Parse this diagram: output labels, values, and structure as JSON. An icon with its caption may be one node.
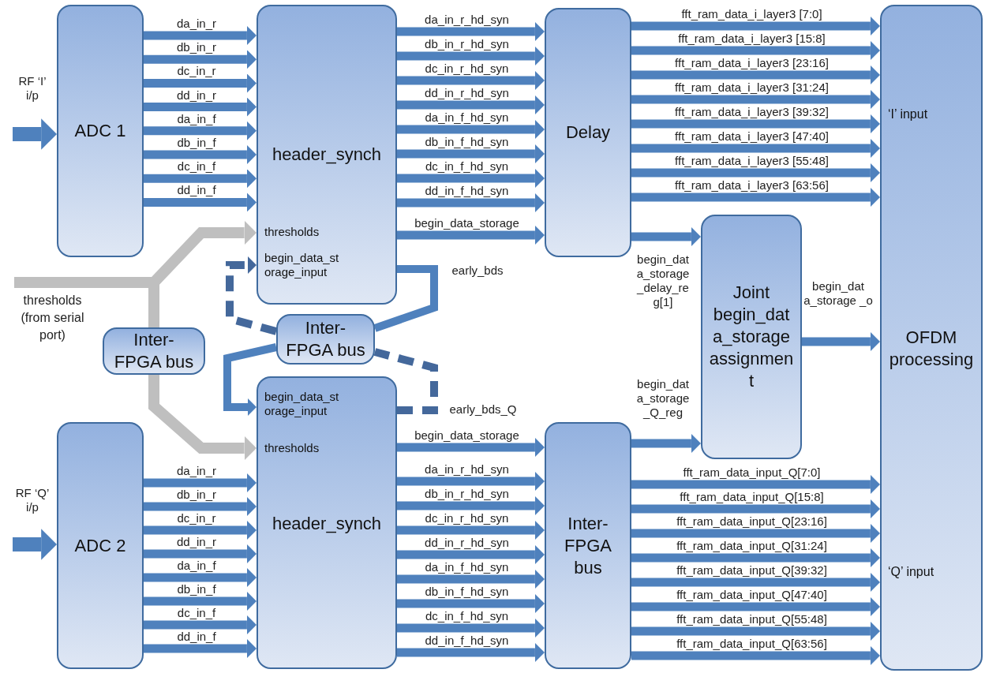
{
  "diagram": {
    "nodes": [
      {
        "text": [
          "ADC 1"
        ]
      },
      {
        "text": [
          "header_synch",
          "thresholds",
          "begin_data_st orage_input"
        ]
      },
      {
        "text": [
          "Delay"
        ]
      },
      {
        "text": [
          "Joint begin_dat a_storage assignmen t"
        ]
      },
      {
        "text": [
          "‘I’ input",
          "OFDM processing",
          "‘Q’ input"
        ]
      },
      {
        "text": [
          "Inter-FPGA bus"
        ]
      },
      {
        "text": [
          "Inter-FPGA bus"
        ]
      },
      {
        "text": [
          "begin_data_st orage_input",
          "thresholds",
          "header_synch"
        ]
      },
      {
        "text": [
          "ADC 2"
        ]
      },
      {
        "text": [
          "Inter-FPGA bus"
        ]
      },
      {
        "text": [
          "thresholds (from serial port)"
        ]
      }
    ],
    "edges": [
      {
        "from": null,
        "to": 0,
        "arrow": "to",
        "label": "RF ‘I’ i/p"
      },
      {
        "from": 0,
        "to": 1,
        "arrow": "to",
        "label": "da_in_r"
      },
      {
        "from": 0,
        "to": 1,
        "arrow": "to",
        "label": "db_in_r"
      },
      {
        "from": 0,
        "to": 1,
        "arrow": "to",
        "label": "dc_in_r"
      },
      {
        "from": 0,
        "to": 1,
        "arrow": "to",
        "label": "dd_in_r"
      },
      {
        "from": 0,
        "to": 1,
        "arrow": "to",
        "label": "da_in_f"
      },
      {
        "from": 0,
        "to": 1,
        "arrow": "to",
        "label": "db_in_f"
      },
      {
        "from": 0,
        "to": 1,
        "arrow": "to",
        "label": "dc_in_f"
      },
      {
        "from": 0,
        "to": 1,
        "arrow": "to",
        "label": "dd_in_f"
      },
      {
        "from": 1,
        "to": 2,
        "arrow": "to",
        "label": "da_in_r_hd_syn"
      },
      {
        "from": 1,
        "to": 2,
        "arrow": "to",
        "label": "db_in_r_hd_syn"
      },
      {
        "from": 1,
        "to": 2,
        "arrow": "to",
        "label": "dc_in_r_hd_syn"
      },
      {
        "from": 1,
        "to": 2,
        "arrow": "to",
        "label": "dd_in_r_hd_syn"
      },
      {
        "from": 1,
        "to": 2,
        "arrow": "to",
        "label": "da_in_f_hd_syn"
      },
      {
        "from": 1,
        "to": 2,
        "arrow": "to",
        "label": "db_in_f_hd_syn"
      },
      {
        "from": 1,
        "to": 2,
        "arrow": "to",
        "label": "dc_in_f_hd_syn"
      },
      {
        "from": 1,
        "to": 2,
        "arrow": "to",
        "label": "dd_in_f_hd_syn"
      },
      {
        "from": 1,
        "to": 2,
        "arrow": "to",
        "label": "begin_data_storage"
      },
      {
        "from": 2,
        "to": 4,
        "arrow": "to",
        "label": "fft_ram_data_i_layer3 [7:0]"
      },
      {
        "from": 2,
        "to": 4,
        "arrow": "to",
        "label": "fft_ram_data_i_layer3 [15:8]"
      },
      {
        "from": 2,
        "to": 4,
        "arrow": "to",
        "label": "fft_ram_data_i_layer3 [23:16]"
      },
      {
        "from": 2,
        "to": 4,
        "arrow": "to",
        "label": "fft_ram_data_i_layer3 [31:24]"
      },
      {
        "from": 2,
        "to": 4,
        "arrow": "to",
        "label": "fft_ram_data_i_layer3 [39:32]"
      },
      {
        "from": 2,
        "to": 4,
        "arrow": "to",
        "label": "fft_ram_data_i_layer3 [47:40]"
      },
      {
        "from": 2,
        "to": 4,
        "arrow": "to",
        "label": "fft_ram_data_i_layer3 [55:48]"
      },
      {
        "from": 2,
        "to": 4,
        "arrow": "to",
        "label": "fft_ram_data_i_layer3 [63:56]"
      },
      {
        "from": 2,
        "to": 3,
        "arrow": "to",
        "label": "begin_dat a_storage _delay_re g[1]"
      },
      {
        "from": 3,
        "to": 4,
        "arrow": "to",
        "label": "begin_dat a_storage _o"
      },
      {
        "from": 10,
        "to": 1,
        "arrow": "to",
        "color": "#bfbfbf"
      },
      {
        "from": 10,
        "to": 5,
        "arrow": "none",
        "color": "#bfbfbf"
      },
      {
        "from": 5,
        "to": 7,
        "arrow": "to",
        "color": "#bfbfbf"
      },
      {
        "from": 1,
        "to": 6,
        "arrow": "none",
        "label": "early_bds"
      },
      {
        "from": 6,
        "to": 7,
        "arrow": "to"
      },
      {
        "from": 7,
        "to": 6,
        "arrow": "none",
        "label": "early_bds_Q",
        "style": "dashed",
        "color": "#44689b"
      },
      {
        "from": 6,
        "to": 1,
        "arrow": "to",
        "style": "dashed",
        "color": "#44689b"
      },
      {
        "from": null,
        "to": 8,
        "arrow": "to",
        "label": "RF ‘Q’ i/p"
      },
      {
        "from": 8,
        "to": 7,
        "arrow": "to",
        "label": "da_in_r"
      },
      {
        "from": 8,
        "to": 7,
        "arrow": "to",
        "label": "db_in_r"
      },
      {
        "from": 8,
        "to": 7,
        "arrow": "to",
        "label": "dc_in_r"
      },
      {
        "from": 8,
        "to": 7,
        "arrow": "to",
        "label": "dd_in_r"
      },
      {
        "from": 8,
        "to": 7,
        "arrow": "to",
        "label": "da_in_f"
      },
      {
        "from": 8,
        "to": 7,
        "arrow": "to",
        "label": "db_in_f"
      },
      {
        "from": 8,
        "to": 7,
        "arrow": "to",
        "label": "dc_in_f"
      },
      {
        "from": 8,
        "to": 7,
        "arrow": "to",
        "label": "dd_in_f"
      },
      {
        "from": 7,
        "to": 9,
        "arrow": "to",
        "label": "begin_data_storage"
      },
      {
        "from": 7,
        "to": 9,
        "arrow": "to",
        "label": "da_in_r_hd_syn"
      },
      {
        "from": 7,
        "to": 9,
        "arrow": "to",
        "label": "db_in_r_hd_syn"
      },
      {
        "from": 7,
        "to": 9,
        "arrow": "to",
        "label": "dc_in_r_hd_syn"
      },
      {
        "from": 7,
        "to": 9,
        "arrow": "to",
        "label": "dd_in_r_hd_syn"
      },
      {
        "from": 7,
        "to": 9,
        "arrow": "to",
        "label": "da_in_f_hd_syn"
      },
      {
        "from": 7,
        "to": 9,
        "arrow": "to",
        "label": "db_in_f_hd_syn"
      },
      {
        "from": 7,
        "to": 9,
        "arrow": "to",
        "label": "dc_in_f_hd_syn"
      },
      {
        "from": 7,
        "to": 9,
        "arrow": "to",
        "label": "dd_in_f_hd_syn"
      },
      {
        "from": 9,
        "to": 3,
        "arrow": "to",
        "label": "begin_dat a_storage _Q_reg"
      },
      {
        "from": 9,
        "to": 4,
        "arrow": "to",
        "label": "fft_ram_data_input_Q[7:0]"
      },
      {
        "from": 9,
        "to": 4,
        "arrow": "to",
        "label": "fft_ram_data_input_Q[15:8]"
      },
      {
        "from": 9,
        "to": 4,
        "arrow": "to",
        "label": "fft_ram_data_input_Q[23:16]"
      },
      {
        "from": 9,
        "to": 4,
        "arrow": "to",
        "label": "fft_ram_data_input_Q[31:24]"
      },
      {
        "from": 9,
        "to": 4,
        "arrow": "to",
        "label": "fft_ram_data_input_Q[39:32]"
      },
      {
        "from": 9,
        "to": 4,
        "arrow": "to",
        "label": "fft_ram_data_input_Q[47:40]"
      },
      {
        "from": 9,
        "to": 4,
        "arrow": "to",
        "label": "fft_ram_data_input_Q[55:48]"
      },
      {
        "from": 9,
        "to": 4,
        "arrow": "to",
        "label": "fft_ram_data_input_Q[63:56]"
      }
    ]
  }
}
